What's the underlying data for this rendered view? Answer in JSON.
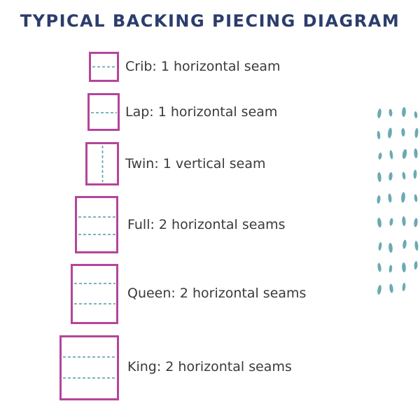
{
  "title": "TYPICAL BACKING PIECING DIAGRAM",
  "colors": {
    "title": "#2b3d6b",
    "frame": "#b5459a",
    "seam": "#6aaab3",
    "text": "#3a3a3a",
    "dots": "#6aaab3"
  },
  "items": [
    {
      "label": "Crib: 1 horizontal seam",
      "seams": 1,
      "orientation": "horizontal"
    },
    {
      "label": "Lap: 1 horizontal seam",
      "seams": 1,
      "orientation": "horizontal"
    },
    {
      "label": "Twin: 1 vertical seam",
      "seams": 1,
      "orientation": "vertical"
    },
    {
      "label": "Full: 2 horizontal seams",
      "seams": 2,
      "orientation": "horizontal"
    },
    {
      "label": "Queen: 2 horizontal seams",
      "seams": 2,
      "orientation": "horizontal"
    },
    {
      "label": "King: 2 horizontal seams",
      "seams": 2,
      "orientation": "horizontal"
    }
  ],
  "decoration": {
    "icon": "dashed-dot-pattern-icon"
  }
}
